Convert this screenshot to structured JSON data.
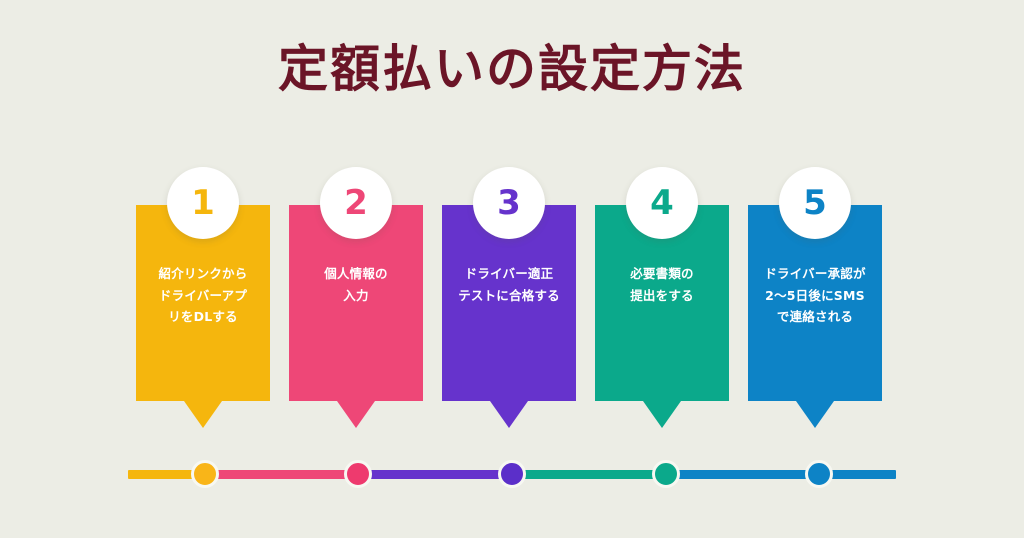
{
  "page": {
    "title": "定額払いの設定方法",
    "background_color": "#ECEDE5",
    "title_color": "#6B1527"
  },
  "steps": [
    {
      "number": "1",
      "color": "#F5B60D",
      "lines": [
        "紹介リンクから",
        "ドライバーアプ",
        "リをDLする"
      ],
      "text": "紹介リンクからドライバーアプリをDLする"
    },
    {
      "number": "2",
      "color": "#EE4777",
      "lines": [
        "個人情報の",
        "入力"
      ],
      "text": "個人情報の入力"
    },
    {
      "number": "3",
      "color": "#6633CC",
      "lines": [
        "ドライバー適正",
        "テストに合格する"
      ],
      "text": "ドライバー適正テストに合格する"
    },
    {
      "number": "4",
      "color": "#0BA98B",
      "lines": [
        "必要書類の",
        "提出をする"
      ],
      "text": "必要書類の提出をする"
    },
    {
      "number": "5",
      "color": "#0D83C6",
      "lines": [
        "ドライバー承認が",
        "2〜5日後にSMS",
        "で連絡される"
      ],
      "text": "ドライバー承認が2〜5日後にSMSで連絡される"
    }
  ],
  "timeline": {
    "segments": [
      {
        "color": "#F5B60D"
      },
      {
        "color": "#EE4777"
      },
      {
        "color": "#6633CC"
      },
      {
        "color": "#0BA98B"
      },
      {
        "color": "#0D83C6"
      }
    ],
    "dots": [
      {
        "color": "#F9B518"
      },
      {
        "color": "#EE3A6E"
      },
      {
        "color": "#5B2FC9"
      },
      {
        "color": "#0BA98B"
      },
      {
        "color": "#0D83C6"
      }
    ],
    "ring_color": "#F7F8F2"
  }
}
